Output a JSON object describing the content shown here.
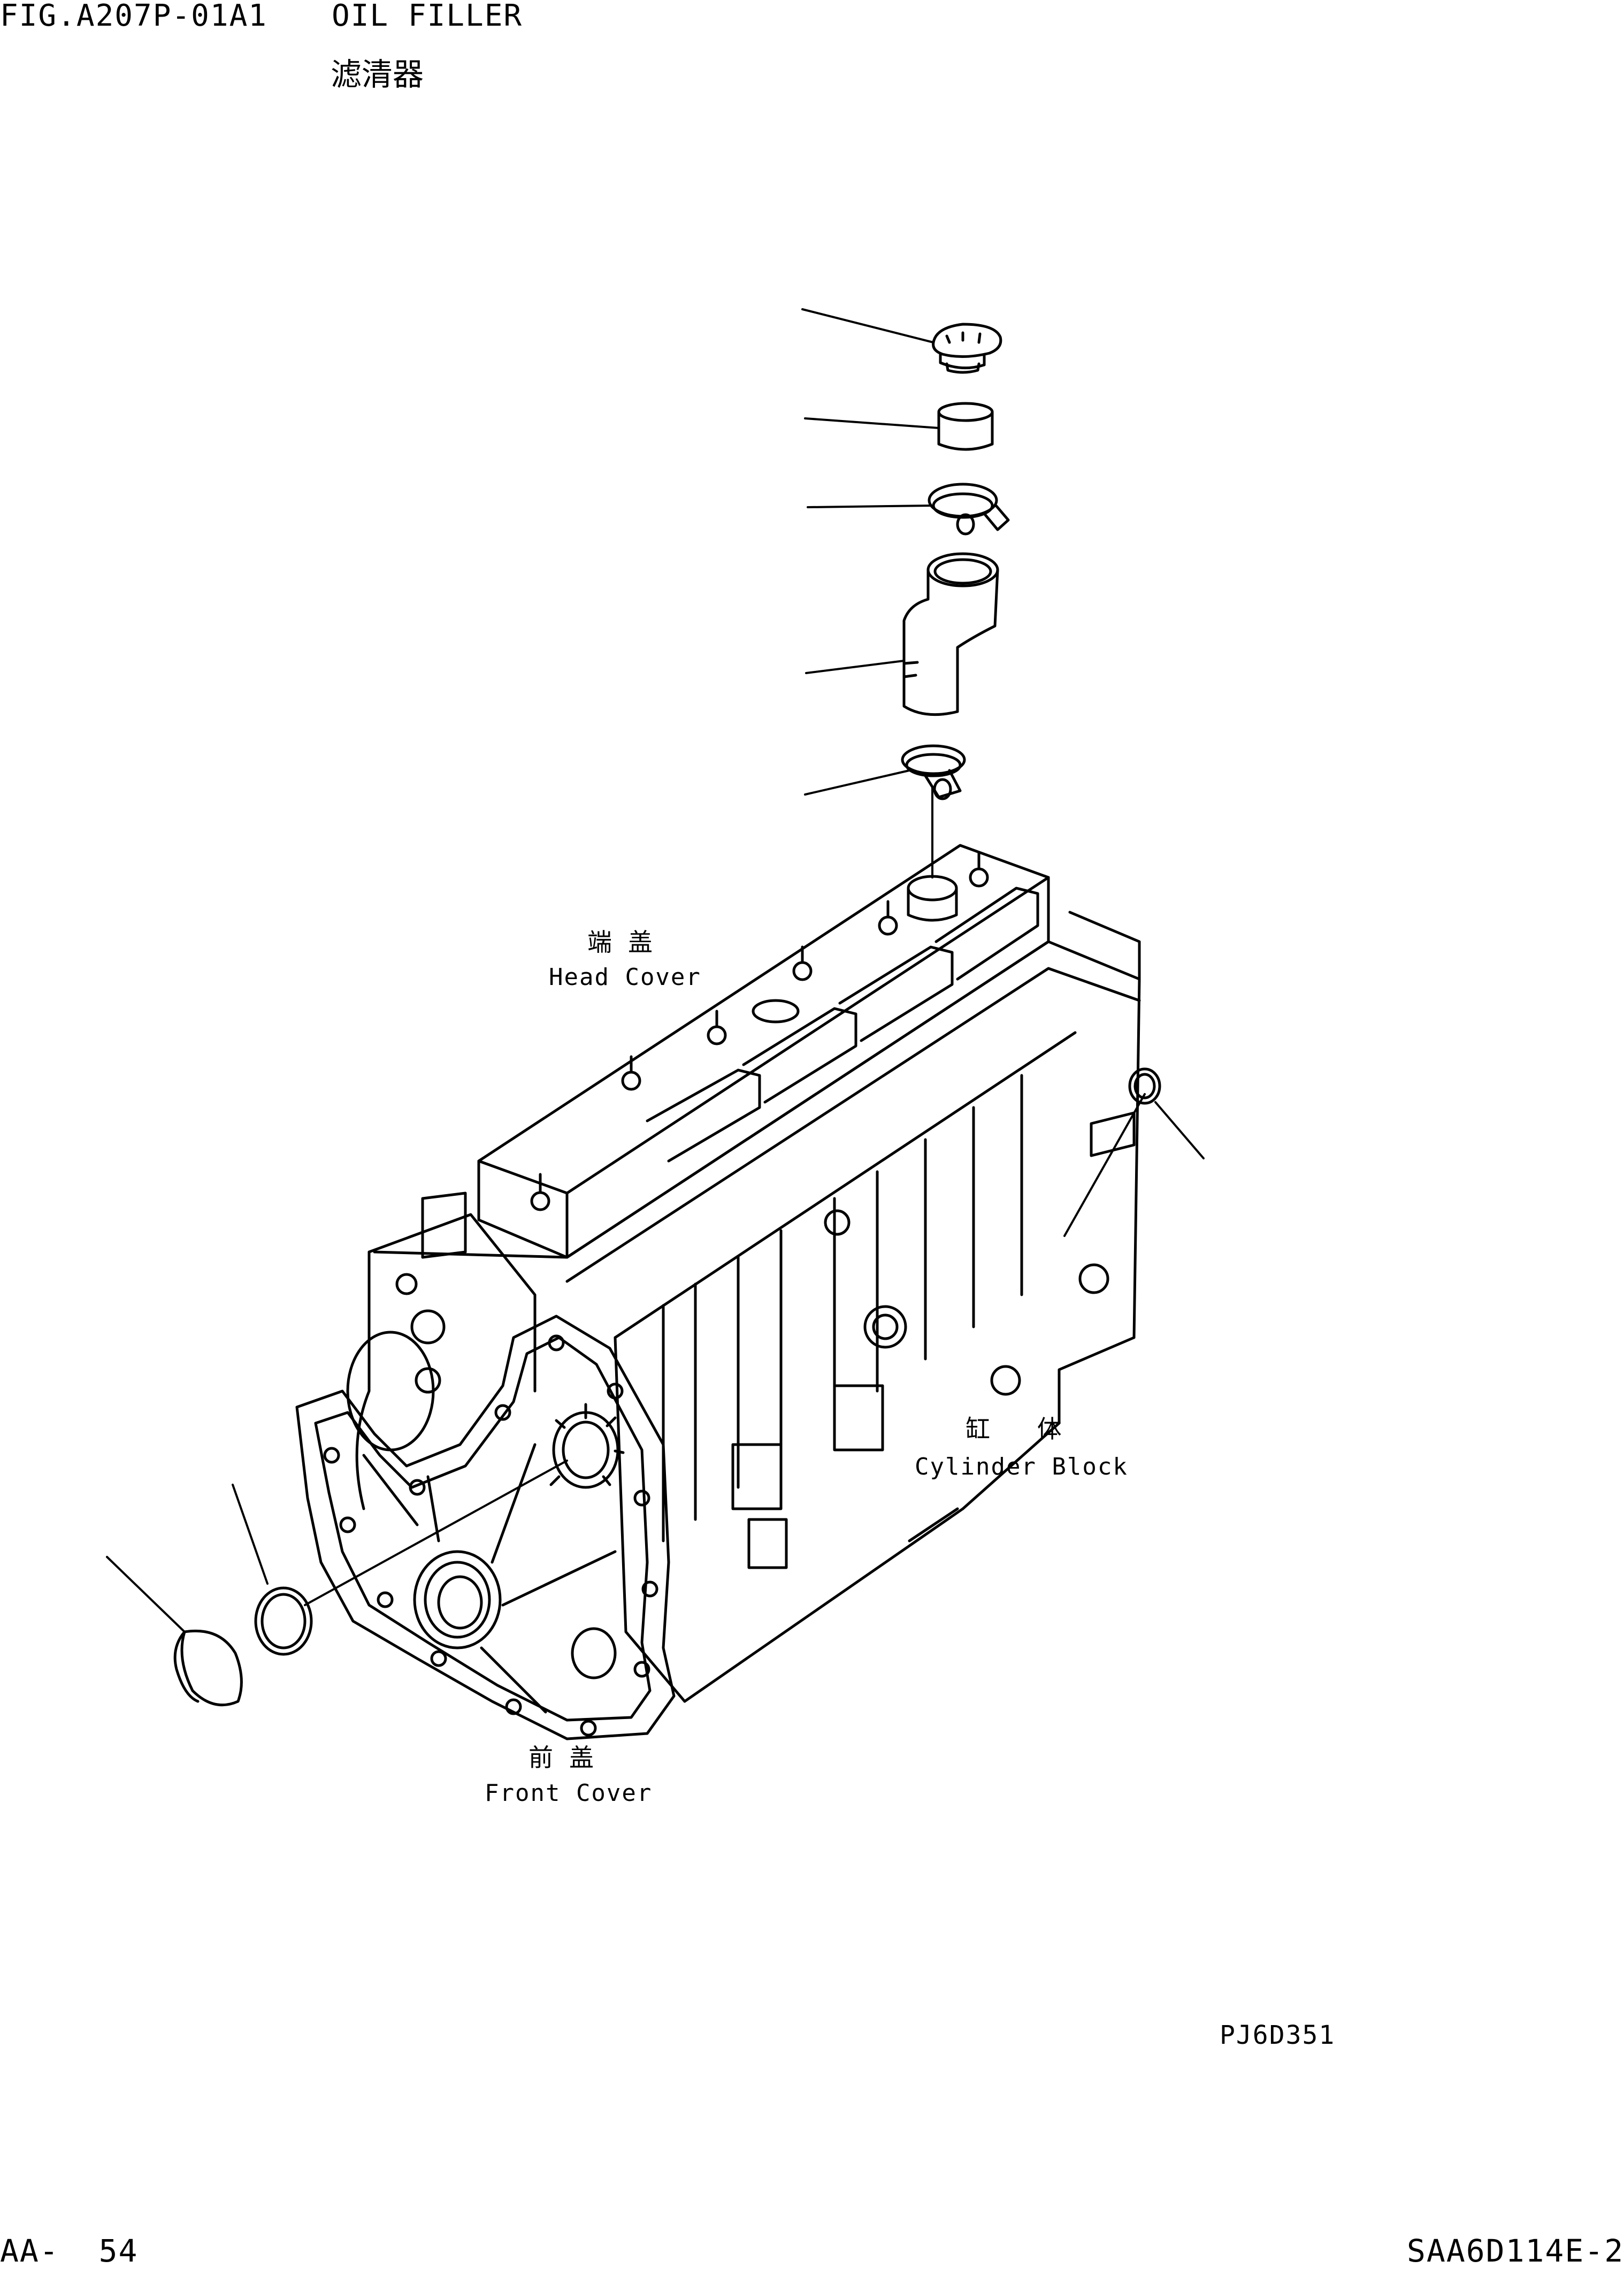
{
  "header": {
    "fig_number": "FIG.A207P-01A1",
    "title_en": "OIL FILLER",
    "title_cn": "滤清器"
  },
  "callouts": {
    "head_cover": {
      "cn": "端盖",
      "en": "Head Cover"
    },
    "cylinder_block": {
      "cn": "缸 体",
      "en": "Cylinder Block"
    },
    "front_cover": {
      "cn": "前盖",
      "en": "Front Cover"
    }
  },
  "drawing_code": "PJ6D351",
  "footer": {
    "page_ref": "AA-  54",
    "model_code": "SAA6D114E-2"
  },
  "colors": {
    "ink": "#000000",
    "paper": "#ffffff"
  }
}
